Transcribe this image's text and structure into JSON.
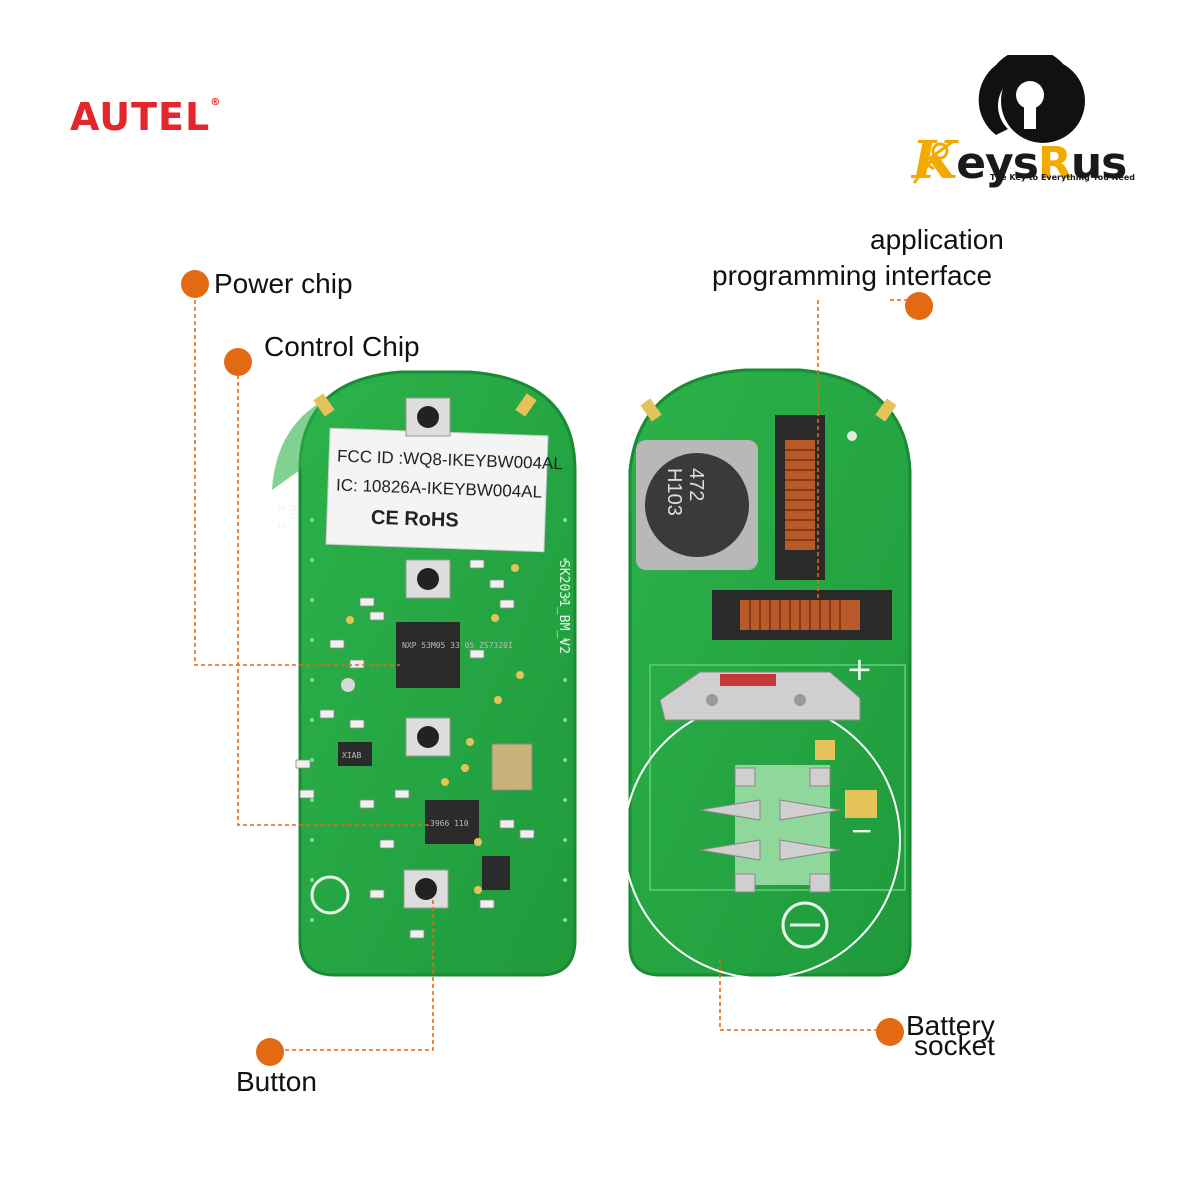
{
  "brand": {
    "left_logo_text": "AUTEL",
    "left_logo_mark": "®",
    "right_logo_name_k": "K",
    "right_logo_name_mid": "eys",
    "right_logo_name_r": "R",
    "right_logo_name_end": "us",
    "right_logo_tagline": "The Key to Everything You Need",
    "brand_red": "#e3262c",
    "brand_gold": "#f2a900"
  },
  "callouts": {
    "power_chip": "Power chip",
    "control_chip": "Control Chip",
    "button": "Button",
    "api_line1": "application",
    "api_line2": "programming interface",
    "battery_line1": "Battery",
    "battery_line2": "socket",
    "dot_color": "#e36a12"
  },
  "left_board": {
    "label_fcc": "FCC ID :WQ8-IKEYBW004AL",
    "label_ic": "IC:  10826A-IKEYBW004AL",
    "label_marks": "CE  RoHS",
    "silk_model": "SK2031_BM_V2",
    "silk_mtl": "MTL",
    "silk_s": "S: 2 :",
    "chip_main": "NXP 53M05 33 05 ZS7320I",
    "chip_small": "XIAB",
    "chip_lower": "3966 110",
    "pcb_color": "#27a845"
  },
  "right_board": {
    "inductor_marking_1": "472",
    "inductor_marking_2": "H103",
    "plus_mark": "+",
    "minus_mark": "−"
  }
}
